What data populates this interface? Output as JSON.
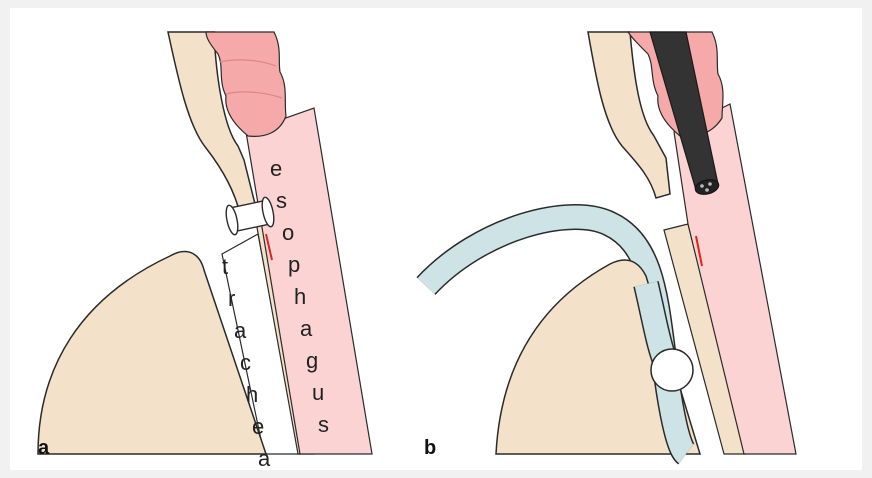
{
  "figure": {
    "panels": [
      {
        "letter": "a",
        "labels": {
          "esophagus": "esophagus",
          "trachea": "trachea"
        }
      },
      {
        "letter": "b"
      }
    ]
  },
  "colors": {
    "tissue": "#f3e2c9",
    "mucosa": "#f5aaa9",
    "lumen": "#fbd3d3",
    "tube": "#cde3e6",
    "endoscope": "#333333",
    "incision": "#e0241c",
    "outline": "#2a2a2a"
  }
}
